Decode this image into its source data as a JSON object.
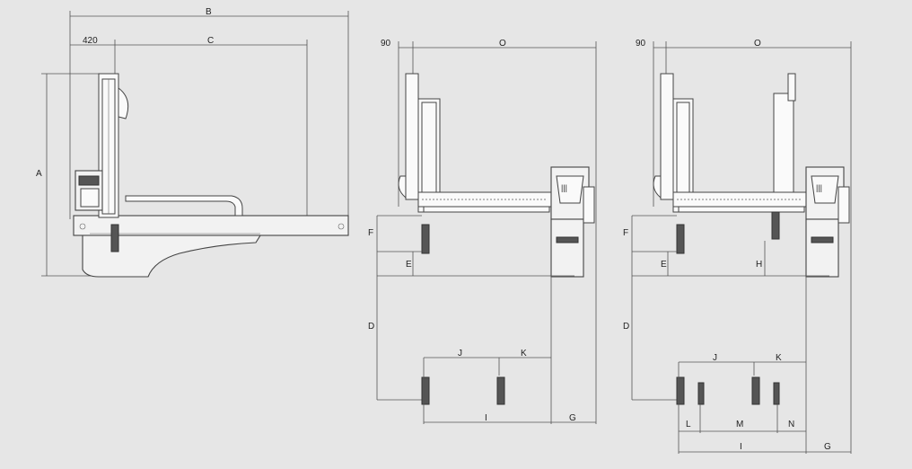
{
  "drawing": {
    "views": [
      {
        "id": "side-view",
        "dimensions": {
          "overall": "B",
          "offset": "420",
          "travel": "C",
          "height": "A"
        }
      },
      {
        "id": "front-view-single",
        "dimensions": {
          "offset": "90",
          "stroke": "O",
          "upper": "F",
          "gap": "E",
          "vertical": "D",
          "pitch": "J",
          "reach": "K",
          "base": "I",
          "edge": "G"
        }
      },
      {
        "id": "front-view-double",
        "dimensions": {
          "offset": "90",
          "stroke": "O",
          "upper": "F",
          "gap": "E",
          "mid": "H",
          "vertical": "D",
          "pitch": "J",
          "reach": "K",
          "left_gap": "L",
          "middle_gap": "M",
          "right_gap": "N",
          "base": "I",
          "edge": "G"
        }
      }
    ],
    "colors": {
      "background": "#e6e6e6",
      "line": "#444444"
    }
  }
}
